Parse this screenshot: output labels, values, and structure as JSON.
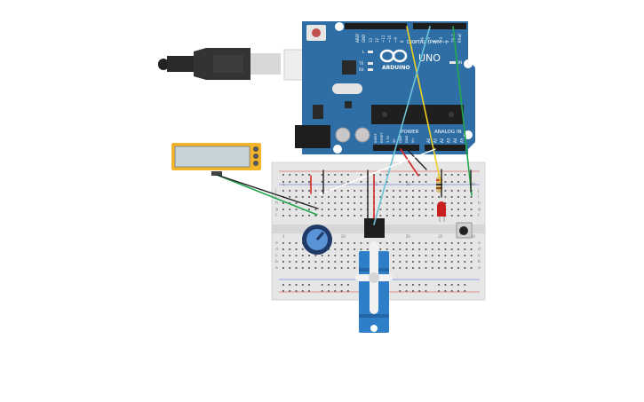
{
  "arduino": {
    "brand": "ARDUINO",
    "model": "UNO",
    "digital_label": "DIGITAL (PWM~)",
    "power_label": "POWER",
    "analog_label": "ANALOG IN",
    "top_pins": [
      "AREF",
      "GND",
      "13",
      "12",
      "~11",
      "~10",
      "~9",
      "8",
      "7",
      "~6",
      "~5",
      "4",
      "~3",
      "2",
      "TX▸1",
      "RX◂0"
    ],
    "power_pins": [
      "IOREF",
      "RESET",
      "3.3V",
      "5V",
      "GND",
      "GND",
      "Vin"
    ],
    "analog_pins": [
      "A0",
      "A1",
      "A2",
      "A3",
      "A4",
      "A5"
    ],
    "led_labels": [
      "L",
      "TX",
      "RX"
    ],
    "on_label": "ON"
  },
  "breadboard": {
    "row_letters_top": [
      "j",
      "i",
      "h",
      "g",
      "f"
    ],
    "row_letters_bottom": [
      "e",
      "d",
      "c",
      "b",
      "a"
    ],
    "col_numbers": [
      "1",
      "5",
      "10",
      "15",
      "20",
      "25",
      "30"
    ]
  },
  "colors": {
    "arduino": "#2f6ea4",
    "breadboard": "#e8e8e8",
    "wire_green": "#22a84a",
    "wire_yellow": "#f0d020",
    "wire_cyan": "#6cc4d8",
    "wire_red": "#d62828",
    "wire_black": "#222222",
    "servo": "#2f7fc8",
    "sensor": "#f2b428"
  }
}
